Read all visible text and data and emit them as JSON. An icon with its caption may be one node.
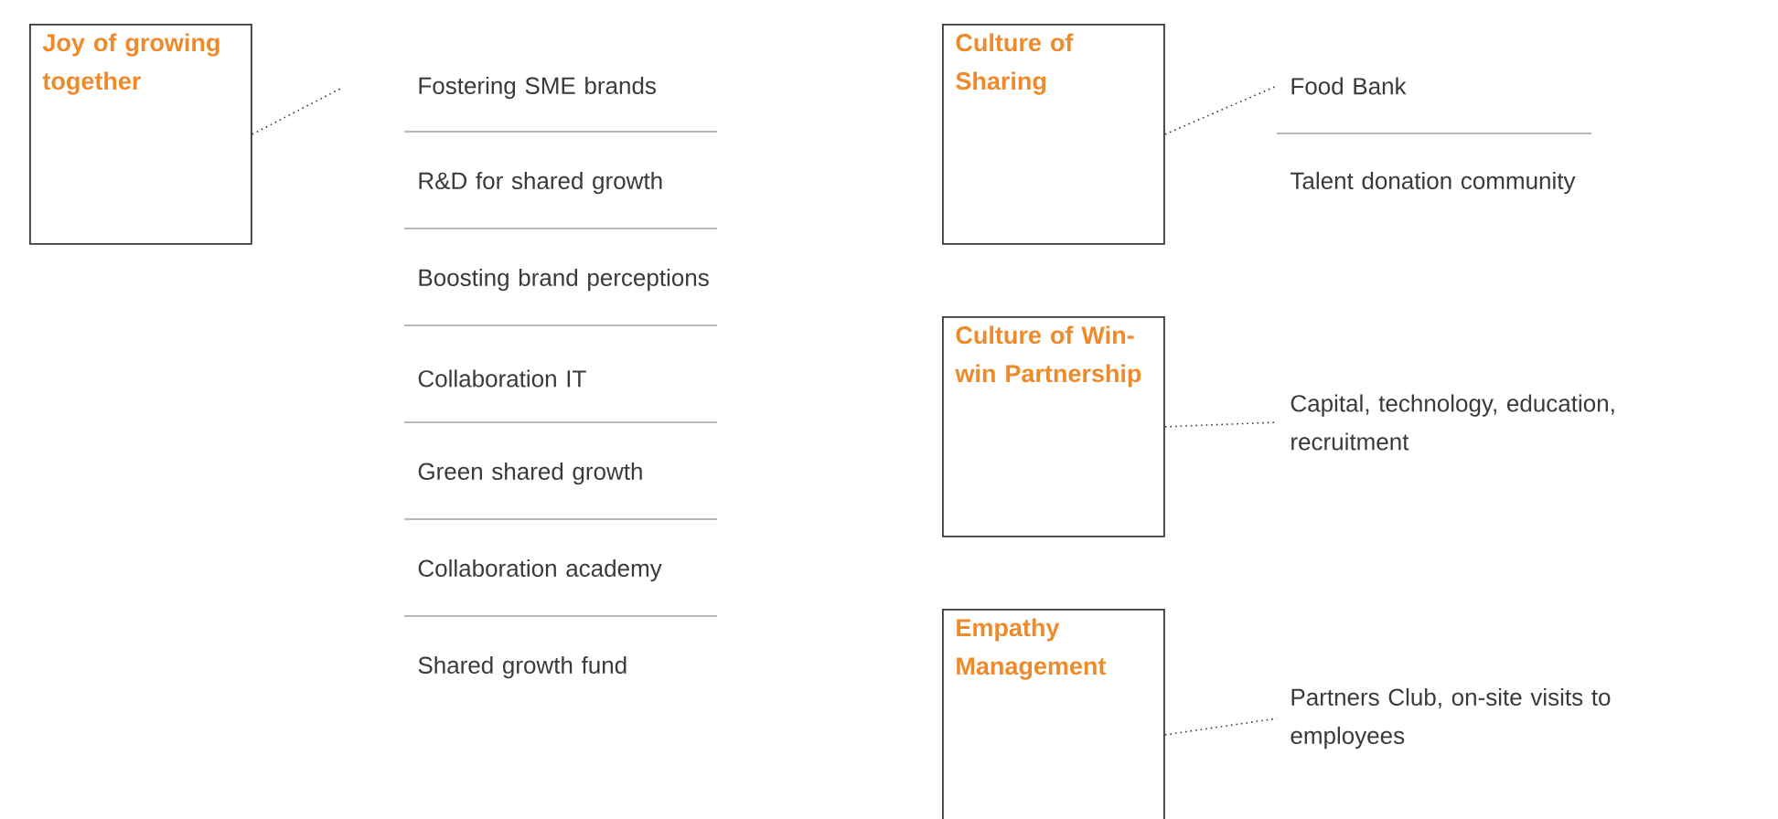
{
  "diagram": {
    "nodes": [
      {
        "text": [
          "Joy of growing together"
        ]
      },
      {
        "text": [
          "Fostering SME brands"
        ]
      },
      {
        "text": [
          "R&D for shared growth"
        ]
      },
      {
        "text": [
          "Boosting brand perceptions"
        ]
      },
      {
        "text": [
          "Collaboration IT"
        ]
      },
      {
        "text": [
          "Green shared growth"
        ]
      },
      {
        "text": [
          "Collaboration academy"
        ]
      },
      {
        "text": [
          "Shared growth fund"
        ]
      },
      {
        "text": [
          "Culture of Sharing"
        ]
      },
      {
        "text": [
          "Food Bank"
        ]
      },
      {
        "text": [
          "Talent donation community"
        ]
      },
      {
        "text": [
          "Culture of Win-win Partnership"
        ]
      },
      {
        "text": [
          "Capital, technology, education, recruitment"
        ]
      },
      {
        "text": [
          "Empathy Management"
        ]
      },
      {
        "text": [
          "Partners Club, on-site visits to employees"
        ]
      }
    ],
    "edges": [
      {
        "from": 0,
        "to": 1,
        "arrow": "none"
      },
      {
        "from": 8,
        "to": 9,
        "arrow": "none"
      },
      {
        "from": 11,
        "to": 12,
        "arrow": "none"
      },
      {
        "from": 13,
        "to": 14,
        "arrow": "none"
      }
    ]
  }
}
